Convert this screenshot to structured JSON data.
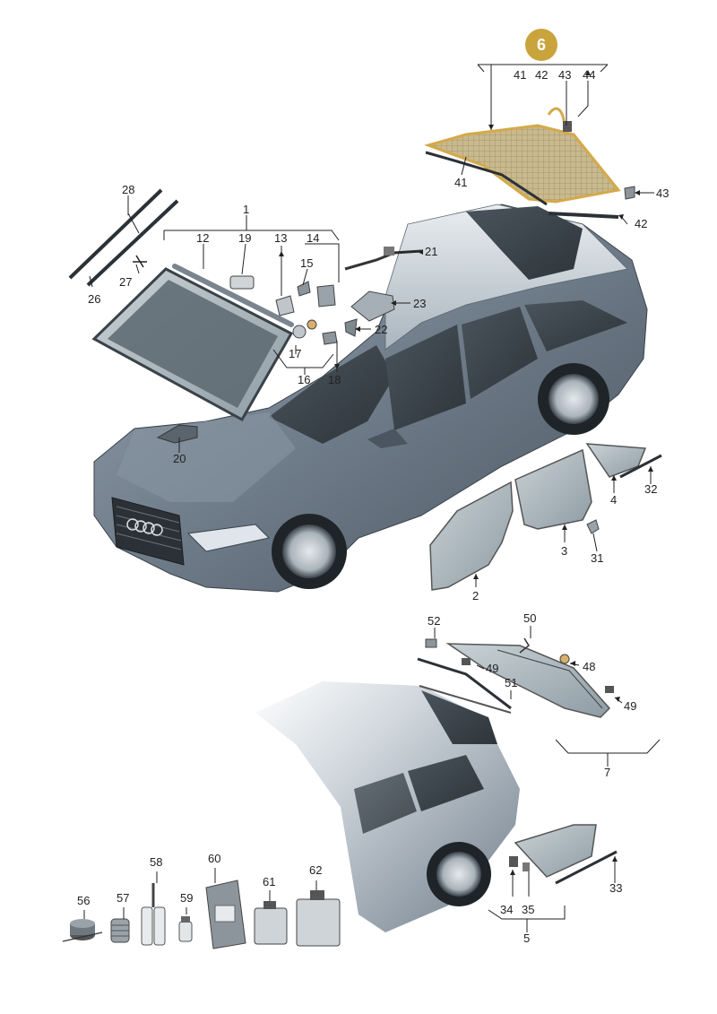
{
  "badge": {
    "text": "6",
    "color": "#c9a33b"
  },
  "highlight_color": "#d4a94a",
  "car_body_color": "#6c7a88",
  "labels": {
    "l1": "1",
    "l2": "2",
    "l3": "3",
    "l4": "4",
    "l5": "5",
    "l7": "7",
    "l12": "12",
    "l13": "13",
    "l14": "14",
    "l15": "15",
    "l16": "16",
    "l17": "17",
    "l18": "18",
    "l19": "19",
    "l20": "20",
    "l21": "21",
    "l22": "22",
    "l23": "23",
    "l26": "26",
    "l27": "27",
    "l28": "28",
    "l31": "31",
    "l32": "32",
    "l33": "33",
    "l34": "34",
    "l35": "35",
    "l41a": "41",
    "l42a": "42",
    "l43a": "43",
    "l44": "44",
    "l41b": "41",
    "l42b": "42",
    "l43b": "43",
    "l48": "48",
    "l49a": "49",
    "l49b": "49",
    "l50": "50",
    "l51": "51",
    "l52": "52",
    "l56": "56",
    "l57": "57",
    "l58": "58",
    "l59": "59",
    "l60": "60",
    "l61": "61",
    "l62": "62"
  }
}
